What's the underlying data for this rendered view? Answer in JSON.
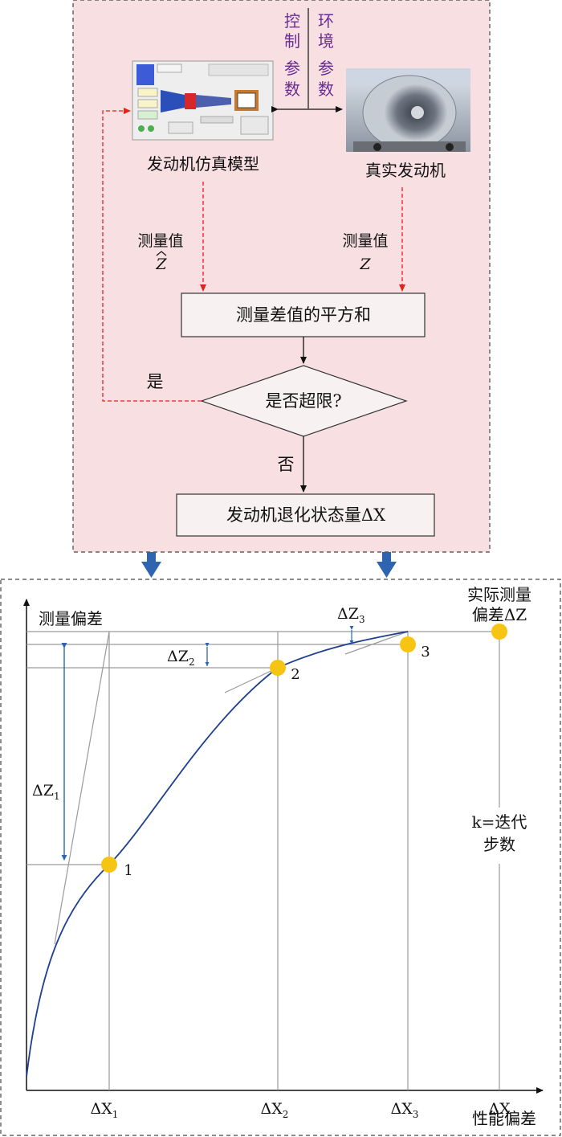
{
  "top": {
    "sim_model_label": "发动机仿真模型",
    "real_engine_label": "真实发动机",
    "control_param": [
      "控",
      "制",
      "参",
      "数"
    ],
    "env_param": [
      "环",
      "境",
      "参",
      "数"
    ],
    "measured_hat_label": "测量值",
    "measured_hat_symbol": "Z",
    "measured_label": "测量值",
    "measured_symbol": "Z",
    "sum_box": "测量差值的平方和",
    "decision": "是否超限?",
    "yes": "是",
    "no": "否",
    "result_box": "发动机退化状态量ΔX",
    "colors": {
      "panel_bg": "#f7dfe2",
      "dashed_red": "#e2231a",
      "arrow_blue": "#2f64b1",
      "box_bg": "#f8f1f1"
    }
  },
  "chart": {
    "y_axis_label": "测量偏差",
    "x_axis_label": "性能偏差",
    "actual_label_line1": "实际测量",
    "actual_label_line2": "偏差ΔZ",
    "k_label_line1": "k=迭代",
    "k_label_line2": "步数",
    "dz1": "ΔZ",
    "dz1_sub": "1",
    "dz2": "ΔZ",
    "dz2_sub": "2",
    "dz3": "ΔZ",
    "dz3_sub": "3",
    "x_ticks": [
      {
        "main": "ΔX",
        "sub": "1"
      },
      {
        "main": "ΔX",
        "sub": "2"
      },
      {
        "main": "ΔX",
        "sub": "3"
      },
      {
        "main": "ΔX",
        "sub": ""
      }
    ],
    "points": [
      "1",
      "2",
      "3"
    ],
    "colors": {
      "curve": "#1f3f8f",
      "point": "#f6c513",
      "grid": "#9a9a9a"
    }
  }
}
